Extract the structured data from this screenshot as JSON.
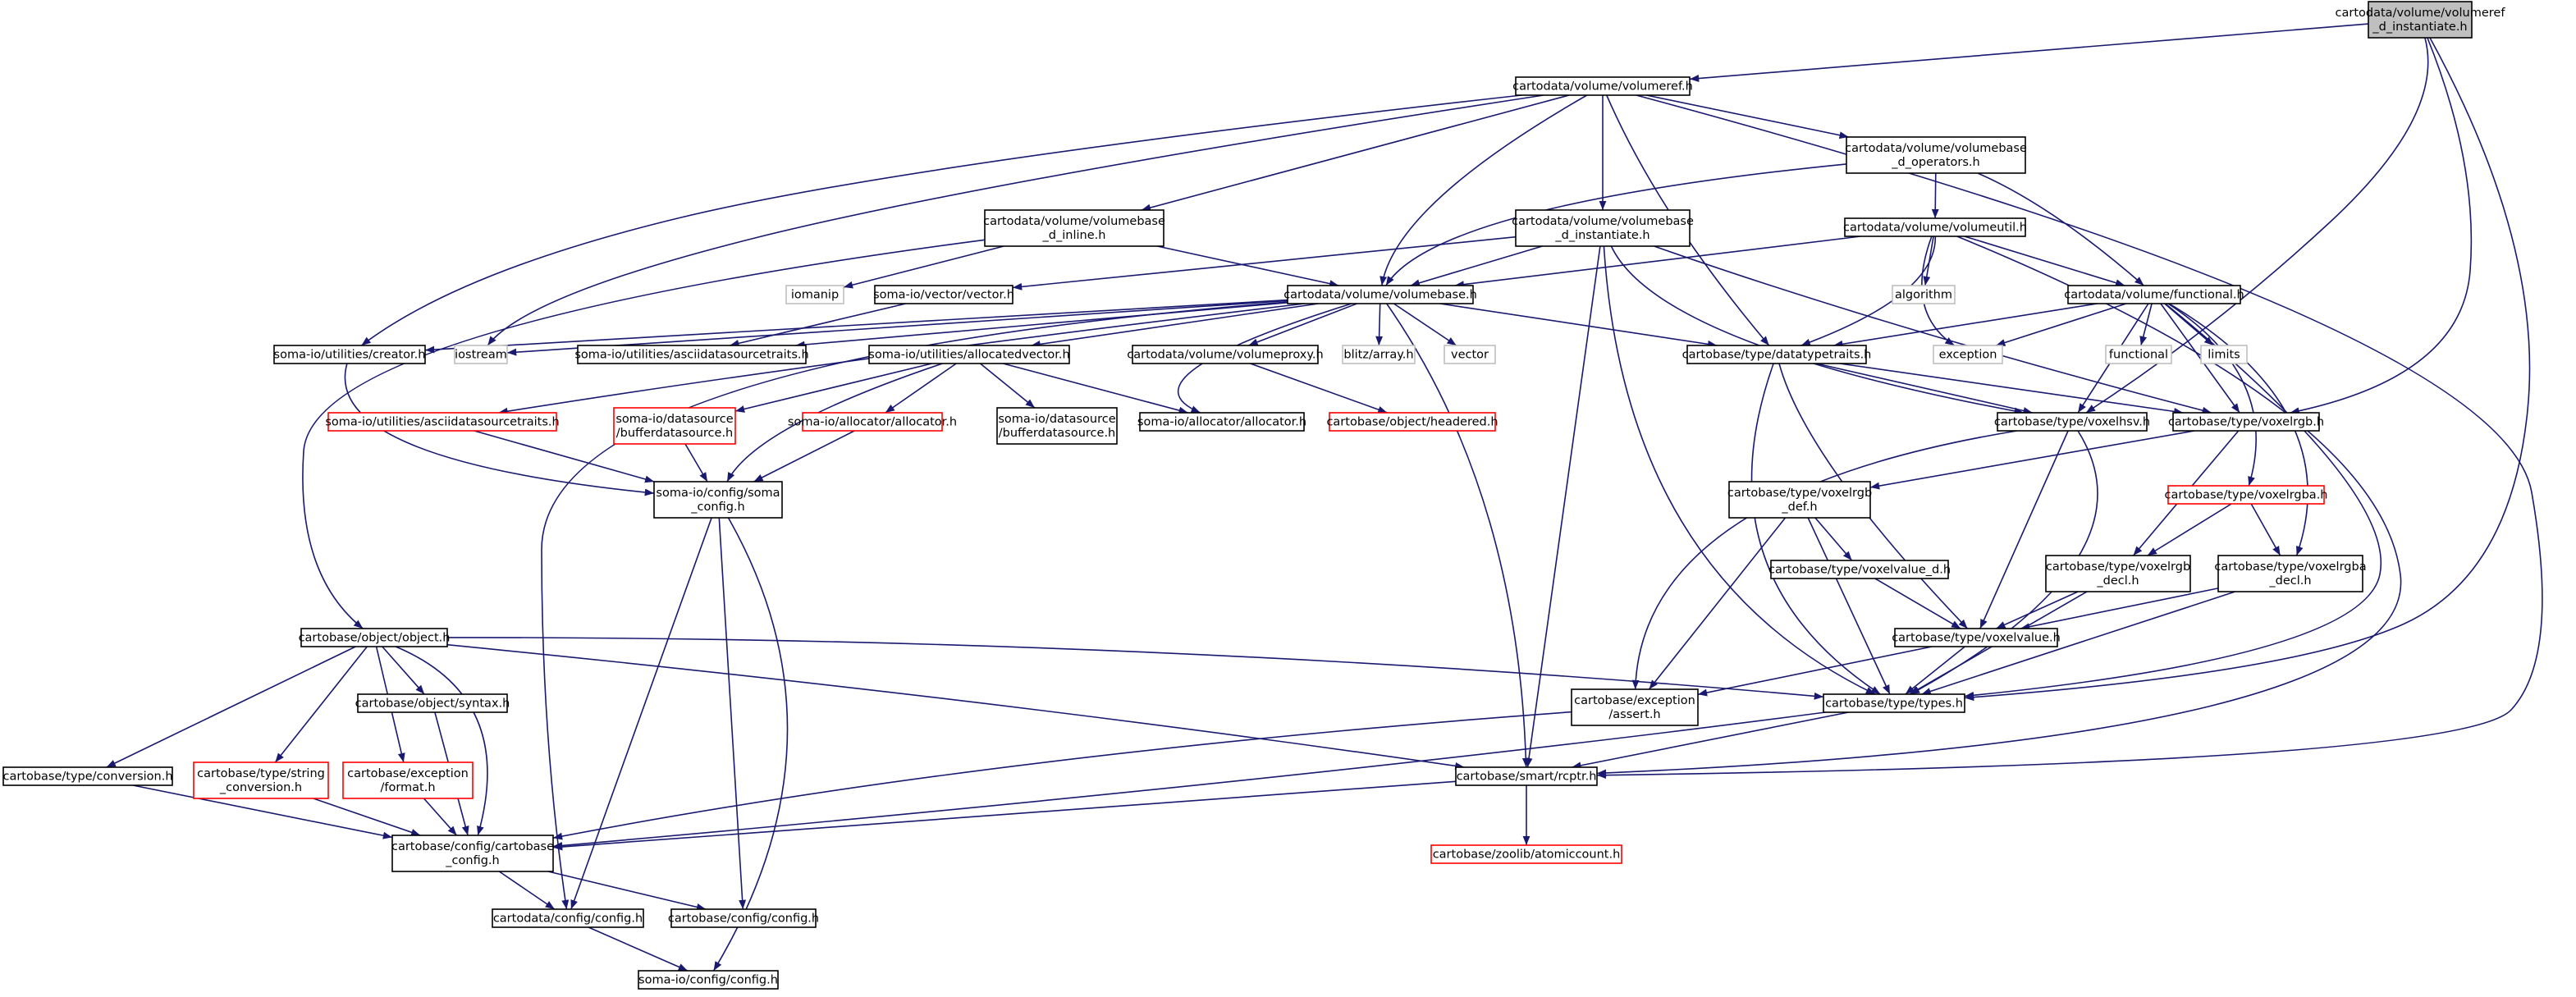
{
  "graph": {
    "nodes": [
      {
        "id": "n_inst",
        "lines": [
          "cartodata/volume/volumeref",
          "_d_instantiate.h"
        ],
        "style": "root"
      },
      {
        "id": "n_volumeref",
        "lines": [
          "cartodata/volume/volumeref.h"
        ],
        "style": "normal"
      },
      {
        "id": "n_vb_ops",
        "lines": [
          "cartodata/volume/volumebase",
          "_d_operators.h"
        ],
        "style": "normal"
      },
      {
        "id": "n_vb_inline",
        "lines": [
          "cartodata/volume/volumebase",
          "_d_inline.h"
        ],
        "style": "normal"
      },
      {
        "id": "n_vb_inst",
        "lines": [
          "cartodata/volume/volumebase",
          "_d_instantiate.h"
        ],
        "style": "normal"
      },
      {
        "id": "n_volumeutil",
        "lines": [
          "cartodata/volume/volumeutil.h"
        ],
        "style": "normal"
      },
      {
        "id": "n_iomanip",
        "lines": [
          "iomanip"
        ],
        "style": "system"
      },
      {
        "id": "n_vector_h",
        "lines": [
          "soma-io/vector/vector.h"
        ],
        "style": "normal"
      },
      {
        "id": "n_volumebase",
        "lines": [
          "cartodata/volume/volumebase.h"
        ],
        "style": "normal"
      },
      {
        "id": "n_algorithm",
        "lines": [
          "algorithm"
        ],
        "style": "system"
      },
      {
        "id": "n_functional_h",
        "lines": [
          "cartodata/volume/functional.h"
        ],
        "style": "normal"
      },
      {
        "id": "n_creator",
        "lines": [
          "soma-io/utilities/creator.h"
        ],
        "style": "normal"
      },
      {
        "id": "n_iostream",
        "lines": [
          "iostream"
        ],
        "style": "system"
      },
      {
        "id": "n_asciids",
        "lines": [
          "soma-io/utilities/asciidatasourcetraits.h"
        ],
        "style": "normal"
      },
      {
        "id": "n_blitz",
        "lines": [
          "blitz/array.h"
        ],
        "style": "system"
      },
      {
        "id": "n_vector",
        "lines": [
          "vector"
        ],
        "style": "system"
      },
      {
        "id": "n_datatypetraits",
        "lines": [
          "cartobase/type/datatypetraits.h"
        ],
        "style": "normal"
      },
      {
        "id": "n_exception",
        "lines": [
          "exception"
        ],
        "style": "system"
      },
      {
        "id": "n_functional",
        "lines": [
          "functional"
        ],
        "style": "system"
      },
      {
        "id": "n_limits",
        "lines": [
          "limits"
        ],
        "style": "system"
      },
      {
        "id": "n_allocvector",
        "lines": [
          "soma-io/utilities/allocatedvector.h"
        ],
        "style": "normal"
      },
      {
        "id": "n_volumeproxy",
        "lines": [
          "cartodata/volume/volumeproxy.h"
        ],
        "style": "normal"
      },
      {
        "id": "n_asciids_red",
        "lines": [
          "soma-io/utilities/asciidatasourcetraits.h"
        ],
        "style": "missing"
      },
      {
        "id": "n_bufferds_red",
        "lines": [
          "soma-io/datasource",
          "/bufferdatasource.h"
        ],
        "style": "missing"
      },
      {
        "id": "n_allocator_red",
        "lines": [
          "soma-io/allocator/allocator.h"
        ],
        "style": "missing"
      },
      {
        "id": "n_bufferds",
        "lines": [
          "soma-io/datasource",
          "/bufferdatasource.h"
        ],
        "style": "normal"
      },
      {
        "id": "n_allocator",
        "lines": [
          "soma-io/allocator/allocator.h"
        ],
        "style": "normal"
      },
      {
        "id": "n_headered",
        "lines": [
          "cartobase/object/headered.h"
        ],
        "style": "missing"
      },
      {
        "id": "n_voxelhsv",
        "lines": [
          "cartobase/type/voxelhsv.h"
        ],
        "style": "normal"
      },
      {
        "id": "n_voxelrgb",
        "lines": [
          "cartobase/type/voxelrgb.h"
        ],
        "style": "normal"
      },
      {
        "id": "n_soma_config",
        "lines": [
          "soma-io/config/soma",
          "_config.h"
        ],
        "style": "normal"
      },
      {
        "id": "n_voxelrgb_def",
        "lines": [
          "cartobase/type/voxelrgb",
          "_def.h"
        ],
        "style": "normal"
      },
      {
        "id": "n_voxelrgba",
        "lines": [
          "cartobase/type/voxelrgba.h"
        ],
        "style": "missing"
      },
      {
        "id": "n_voxelvalue_d",
        "lines": [
          "cartobase/type/voxelvalue_d.h"
        ],
        "style": "normal"
      },
      {
        "id": "n_voxelrgb_decl",
        "lines": [
          "cartobase/type/voxelrgb",
          "_decl.h"
        ],
        "style": "normal"
      },
      {
        "id": "n_voxelrgba_decl",
        "lines": [
          "cartobase/type/voxelrgba",
          "_decl.h"
        ],
        "style": "normal"
      },
      {
        "id": "n_object",
        "lines": [
          "cartobase/object/object.h"
        ],
        "style": "normal"
      },
      {
        "id": "n_voxelvalue",
        "lines": [
          "cartobase/type/voxelvalue.h"
        ],
        "style": "normal"
      },
      {
        "id": "n_syntax",
        "lines": [
          "cartobase/object/syntax.h"
        ],
        "style": "normal"
      },
      {
        "id": "n_assert",
        "lines": [
          "cartobase/exception",
          "/assert.h"
        ],
        "style": "normal"
      },
      {
        "id": "n_types",
        "lines": [
          "cartobase/type/types.h"
        ],
        "style": "normal"
      },
      {
        "id": "n_conversion",
        "lines": [
          "cartobase/type/conversion.h"
        ],
        "style": "normal"
      },
      {
        "id": "n_string_conv",
        "lines": [
          "cartobase/type/string",
          "_conversion.h"
        ],
        "style": "missing"
      },
      {
        "id": "n_format",
        "lines": [
          "cartobase/exception",
          "/format.h"
        ],
        "style": "missing"
      },
      {
        "id": "n_rcptr",
        "lines": [
          "cartobase/smart/rcptr.h"
        ],
        "style": "normal"
      },
      {
        "id": "n_cartobase_config",
        "lines": [
          "cartobase/config/cartobase",
          "_config.h"
        ],
        "style": "normal"
      },
      {
        "id": "n_atomiccount",
        "lines": [
          "cartobase/zoolib/atomiccount.h"
        ],
        "style": "missing"
      },
      {
        "id": "n_cartodata_config",
        "lines": [
          "cartodata/config/config.h"
        ],
        "style": "normal"
      },
      {
        "id": "n_cartobase_cfg",
        "lines": [
          "cartobase/config/config.h"
        ],
        "style": "normal"
      },
      {
        "id": "n_somaio_config",
        "lines": [
          "soma-io/config/config.h"
        ],
        "style": "normal"
      }
    ]
  },
  "colors": {
    "edge": "#191970",
    "root_fill": "#bfbfbf",
    "normal_stroke": "#000000",
    "missing_stroke": "#ff0000",
    "system_stroke": "#bfbfbf",
    "text": "#000000"
  }
}
